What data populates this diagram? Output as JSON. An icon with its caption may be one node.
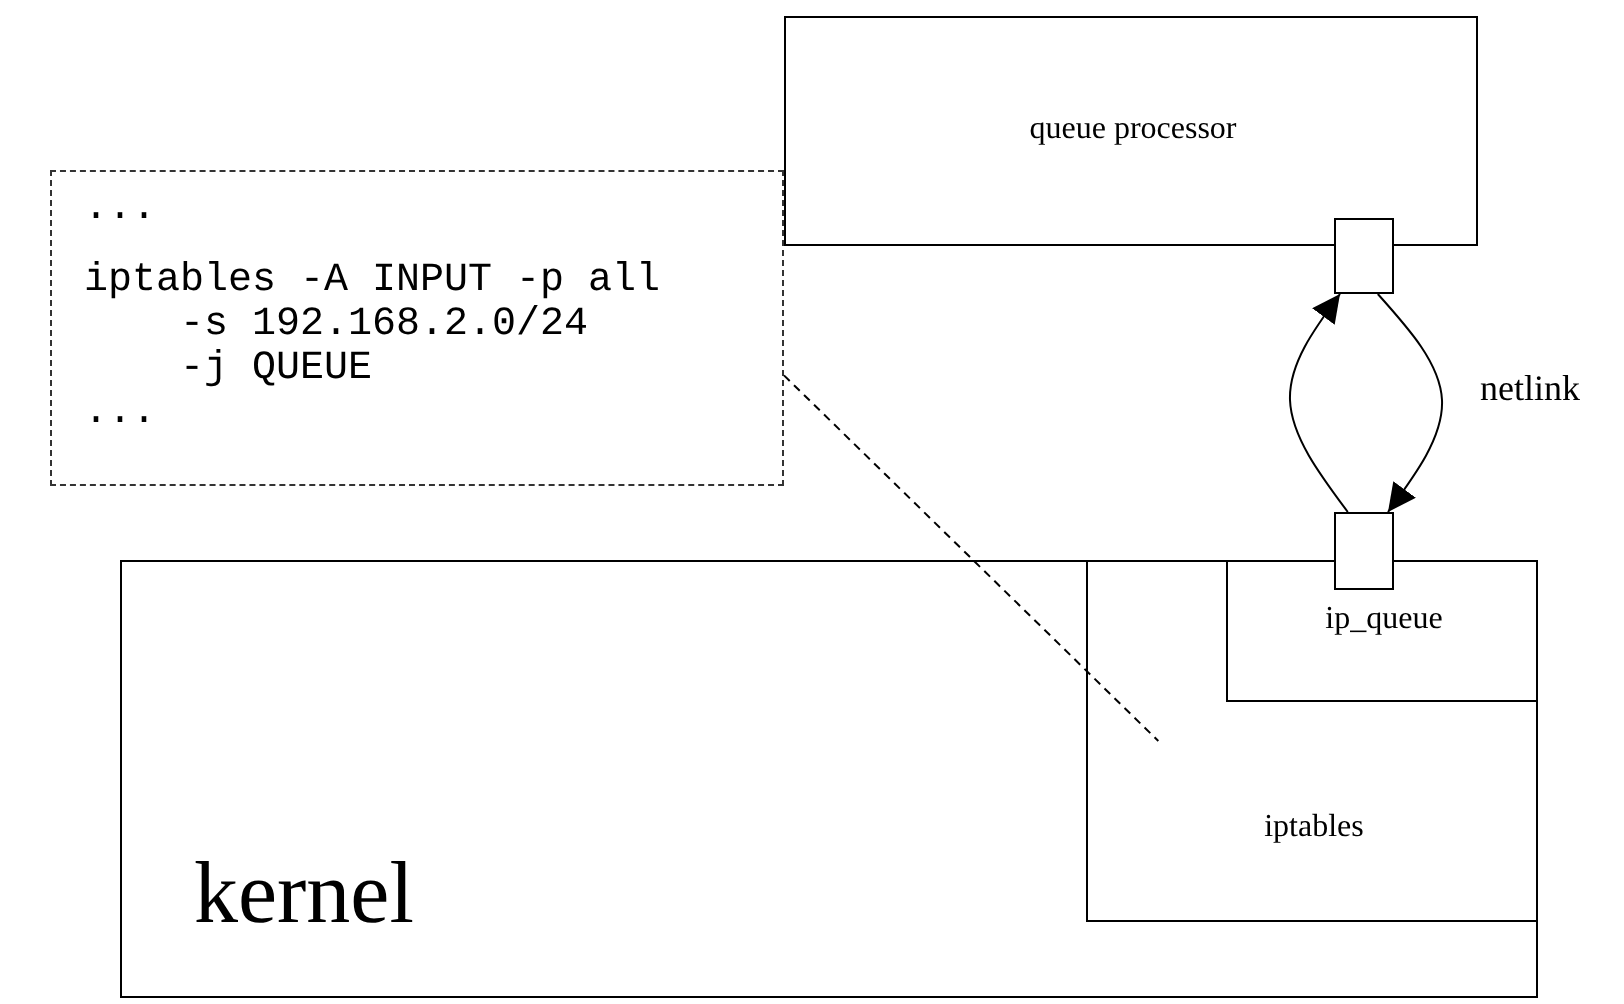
{
  "diagram": {
    "nodes": [
      {
        "text": [
          "queue processor"
        ]
      },
      {
        "text": [],
        "shape": "box"
      },
      {
        "text": [
          "...",
          "iptables -A INPUT -p all",
          "-s 192.168.2.0/24",
          "-j QUEUE",
          "..."
        ]
      },
      {
        "text": [
          "kernel"
        ]
      },
      {
        "text": [
          "iptables"
        ],
        "in": 3
      },
      {
        "text": [
          "ip_queue"
        ],
        "in": 4
      },
      {
        "text": [],
        "shape": "box"
      }
    ],
    "edges": [
      {
        "from": 6,
        "to": 1,
        "arrow": "to"
      },
      {
        "from": 1,
        "to": 6,
        "arrow": "to",
        "label": "netlink"
      },
      {
        "from": 2,
        "to": 4,
        "arrow": "none",
        "style": "dashed"
      }
    ]
  }
}
